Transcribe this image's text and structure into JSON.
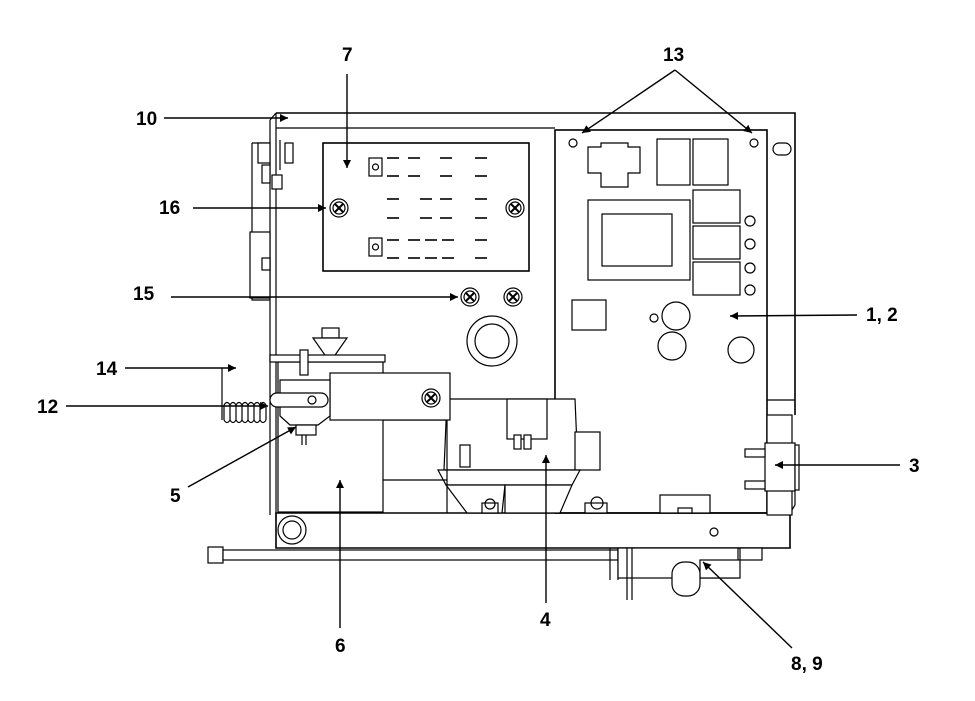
{
  "callouts": [
    {
      "id": "1-2",
      "label": "1, 2"
    },
    {
      "id": "3",
      "label": "3"
    },
    {
      "id": "4",
      "label": "4"
    },
    {
      "id": "5",
      "label": "5"
    },
    {
      "id": "6",
      "label": "6"
    },
    {
      "id": "7",
      "label": "7"
    },
    {
      "id": "8-9",
      "label": "8, 9"
    },
    {
      "id": "10",
      "label": "10"
    },
    {
      "id": "12",
      "label": "12"
    },
    {
      "id": "13",
      "label": "13"
    },
    {
      "id": "14",
      "label": "14"
    },
    {
      "id": "15",
      "label": "15"
    },
    {
      "id": "16",
      "label": "16"
    }
  ]
}
